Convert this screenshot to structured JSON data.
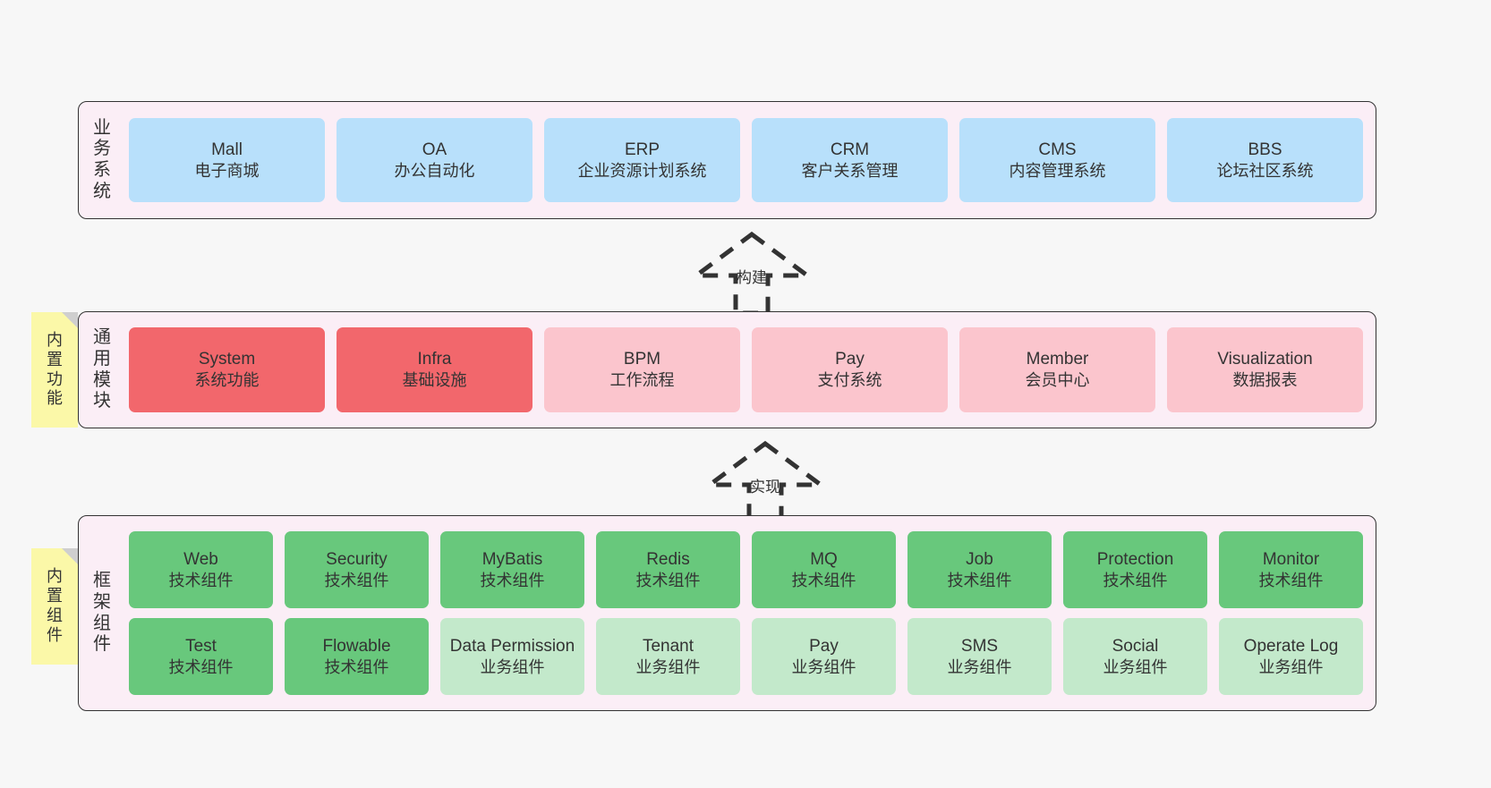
{
  "layers": {
    "business": {
      "title": "业务系统",
      "title_chars": [
        "业",
        "务",
        "系",
        "统"
      ],
      "cards": [
        {
          "en": "Mall",
          "cn": "电子商城"
        },
        {
          "en": "OA",
          "cn": "办公自动化"
        },
        {
          "en": "ERP",
          "cn": "企业资源计划系统"
        },
        {
          "en": "CRM",
          "cn": "客户关系管理"
        },
        {
          "en": "CMS",
          "cn": "内容管理系统"
        },
        {
          "en": "BBS",
          "cn": "论坛社区系统"
        }
      ]
    },
    "modules": {
      "title": "通用模块",
      "title_chars": [
        "通",
        "用",
        "模",
        "块"
      ],
      "cards": [
        {
          "en": "System",
          "cn": "系统功能",
          "tone": "red-strong"
        },
        {
          "en": "Infra",
          "cn": "基础设施",
          "tone": "red-strong"
        },
        {
          "en": "BPM",
          "cn": "工作流程",
          "tone": "red-light"
        },
        {
          "en": "Pay",
          "cn": "支付系统",
          "tone": "red-light"
        },
        {
          "en": "Member",
          "cn": "会员中心",
          "tone": "red-light"
        },
        {
          "en": "Visualization",
          "cn": "数据报表",
          "tone": "red-light"
        }
      ]
    },
    "framework": {
      "title": "框架组件",
      "title_chars": [
        "框",
        "架",
        "组",
        "件"
      ],
      "row1": [
        {
          "en": "Web",
          "cn": "技术组件"
        },
        {
          "en": "Security",
          "cn": "技术组件"
        },
        {
          "en": "MyBatis",
          "cn": "技术组件"
        },
        {
          "en": "Redis",
          "cn": "技术组件"
        },
        {
          "en": "MQ",
          "cn": "技术组件"
        },
        {
          "en": "Job",
          "cn": "技术组件"
        },
        {
          "en": "Protection",
          "cn": "技术组件"
        },
        {
          "en": "Monitor",
          "cn": "技术组件"
        }
      ],
      "row2": [
        {
          "en": "Test",
          "cn": "技术组件",
          "tone": "green-strong"
        },
        {
          "en": "Flowable",
          "cn": "技术组件",
          "tone": "green-strong"
        },
        {
          "en": "Data Permission",
          "cn": "业务组件",
          "tone": "green-light"
        },
        {
          "en": "Tenant",
          "cn": "业务组件",
          "tone": "green-light"
        },
        {
          "en": "Pay",
          "cn": "业务组件",
          "tone": "green-light"
        },
        {
          "en": "SMS",
          "cn": "业务组件",
          "tone": "green-light"
        },
        {
          "en": "Social",
          "cn": "业务组件",
          "tone": "green-light"
        },
        {
          "en": "Operate Log",
          "cn": "业务组件",
          "tone": "green-light"
        }
      ]
    }
  },
  "notes": [
    {
      "text": "内置功能",
      "chars": [
        "内",
        "置",
        "功",
        "能"
      ]
    },
    {
      "text": "内置组件",
      "chars": [
        "内",
        "置",
        "组",
        "件"
      ]
    }
  ],
  "arrows": [
    {
      "label": "构建"
    },
    {
      "label": "实现"
    }
  ],
  "colors": {
    "background": "#f7f7f7",
    "panel_fill": "#fbeef6",
    "panel_stroke": "#333333",
    "blue": "#b8e0fb",
    "red_strong": "#f2676c",
    "red_light": "#fbc5cd",
    "green_strong": "#68c87c",
    "green_light": "#c3e9cb",
    "note_yellow": "#fbf8a8",
    "note_fold": "#cfcfcf"
  }
}
